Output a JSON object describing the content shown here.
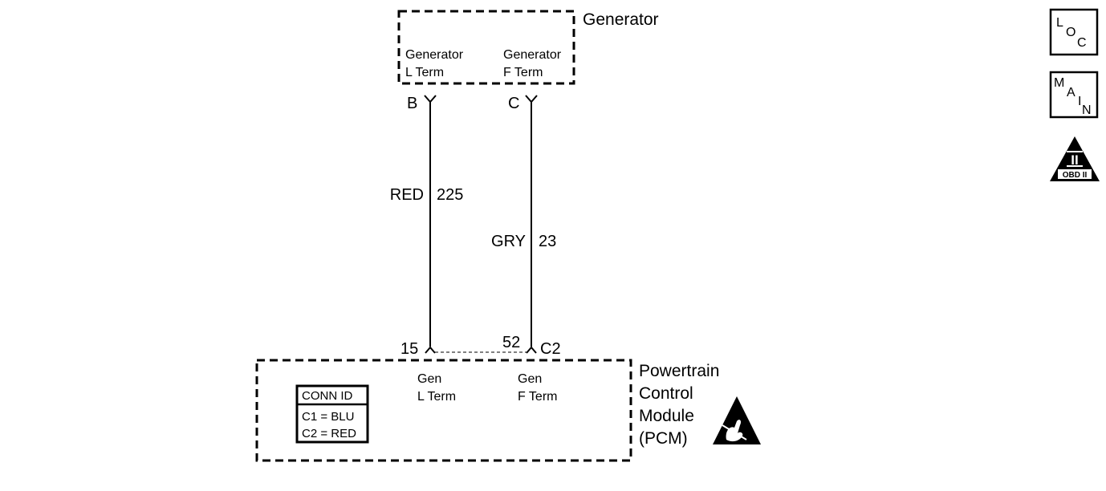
{
  "components": {
    "generator": {
      "title": "Generator",
      "terminal_l": {
        "line1": "Generator",
        "line2": "L Term"
      },
      "terminal_f": {
        "line1": "Generator",
        "line2": "F Term"
      },
      "pin_l": "B",
      "pin_f": "C"
    },
    "pcm": {
      "title_lines": [
        "Powertrain",
        "Control",
        "Module",
        "(PCM)"
      ],
      "terminal_l": {
        "line1": "Gen",
        "line2": "L Term"
      },
      "terminal_f": {
        "line1": "Gen",
        "line2": "F Term"
      },
      "pin_l": "15",
      "pin_f": "52",
      "connector": "C2",
      "conn_id": {
        "header": "CONN ID",
        "rows": [
          "C1 = BLU",
          "C2 = RED"
        ]
      }
    }
  },
  "wires": [
    {
      "color": "RED",
      "circuit": "225"
    },
    {
      "color": "GRY",
      "circuit": "23"
    }
  ],
  "badges": {
    "loc": [
      "L",
      "O",
      "C"
    ],
    "main": [
      "M",
      "A",
      "I",
      "N"
    ],
    "obd": {
      "numeral": "II",
      "label": "OBD II"
    }
  },
  "icons": {
    "esd": "esd-warning-icon",
    "obd": "obd-ii-icon"
  }
}
